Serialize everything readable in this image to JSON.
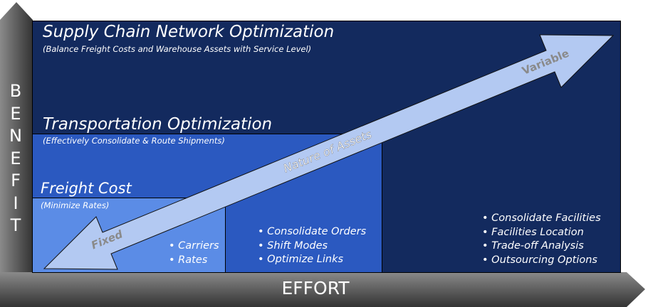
{
  "axes": {
    "y_label": [
      "B",
      "E",
      "N",
      "E",
      "F",
      "I",
      "T"
    ],
    "x_label": "EFFORT"
  },
  "levels": [
    {
      "title": "Supply Chain Network Optimization",
      "subtitle": "(Balance Freight Costs and Warehouse Assets with Service Level)",
      "bullets": [
        "Consolidate Facilities",
        "Facilities Location",
        "Trade-off Analysis",
        "Outsourcing Options"
      ]
    },
    {
      "title": "Transportation Optimization",
      "subtitle": "(Effectively Consolidate & Route Shipments)",
      "bullets": [
        "Consolidate Orders",
        "Shift Modes",
        "Optimize Links"
      ]
    },
    {
      "title": "Freight Cost",
      "subtitle": "(Minimize Rates)",
      "bullets": [
        "Carriers",
        "Rates"
      ]
    }
  ],
  "arrow": {
    "label": "Nature of Assets",
    "start_label": "Fixed",
    "end_label": "Variable"
  },
  "colors": {
    "level1": "#132a5e",
    "level2": "#2b59c0",
    "level3": "#5b8ce6",
    "arrow": "#b3c9f2",
    "arrow_text": "#8a8a8a"
  }
}
